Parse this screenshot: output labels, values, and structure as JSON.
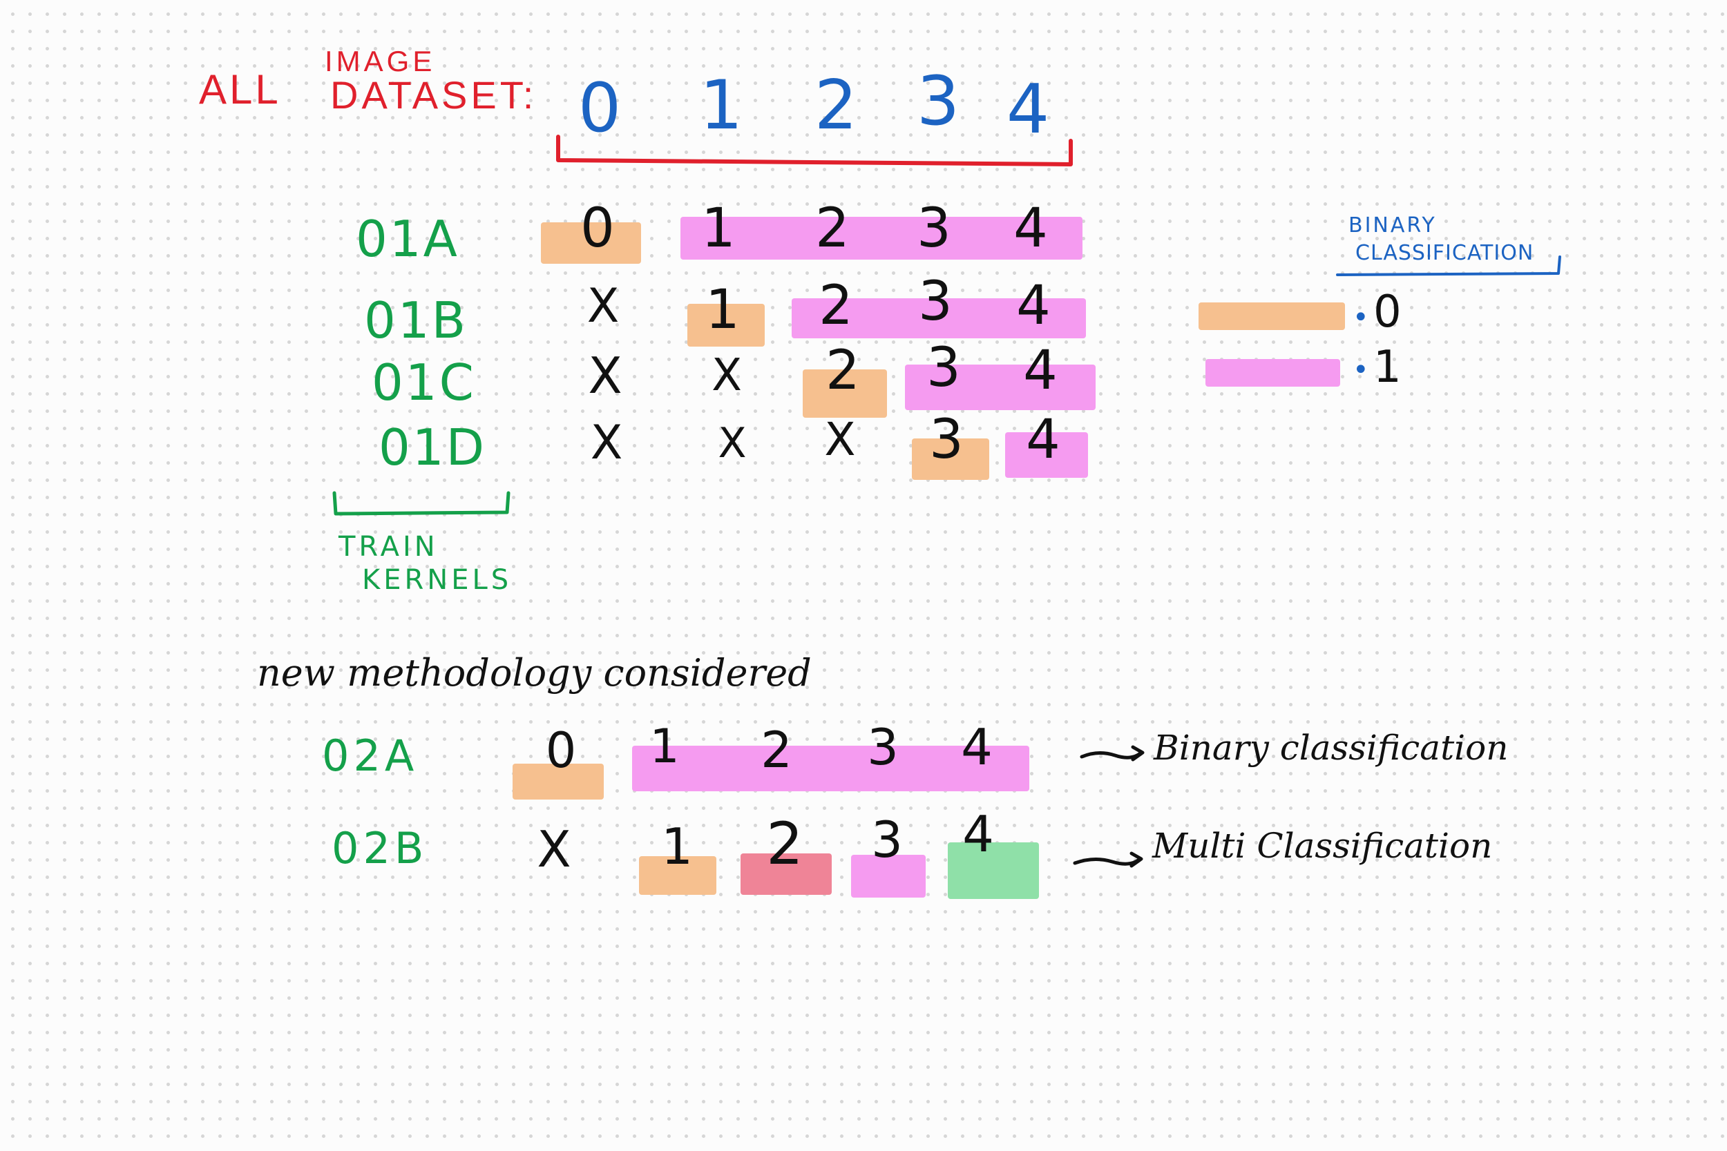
{
  "header": {
    "all": "ALL",
    "image": "IMAGE",
    "dataset": "DATASET:",
    "classes": [
      "0",
      "1",
      "2",
      "3",
      "4"
    ]
  },
  "section1": {
    "rows": [
      {
        "label": "01A",
        "cells": [
          "0",
          "1",
          "2",
          "3",
          "4"
        ]
      },
      {
        "label": "01B",
        "cells": [
          "X",
          "1",
          "2",
          "3",
          "4"
        ]
      },
      {
        "label": "01C",
        "cells": [
          "X",
          "X",
          "2",
          "3",
          "4"
        ]
      },
      {
        "label": "01D",
        "cells": [
          "X",
          "X",
          "X",
          "3",
          "4"
        ]
      }
    ],
    "footer_line1": "TRAIN",
    "footer_line2": "KERNELS"
  },
  "legend": {
    "title_line1": "BINARY",
    "title_line2": "CLASSIFICATION",
    "items": [
      {
        "value": "0",
        "color": "#f6c08f"
      },
      {
        "value": "1",
        "color": "#f59bf0"
      }
    ]
  },
  "section2": {
    "title": "new methodology considered",
    "rows": [
      {
        "label": "02A",
        "cells": [
          "0",
          "1",
          "2",
          "3",
          "4"
        ],
        "note": "Binary classification"
      },
      {
        "label": "02B",
        "cells": [
          "X",
          "1",
          "2",
          "3",
          "4"
        ],
        "note": "Multi Classification"
      }
    ]
  },
  "colors": {
    "orange": "#f6c08f",
    "pink": "#f59bf0",
    "red": "#ef8497",
    "green": "#8fe0a8",
    "title_red": "#e0202c",
    "blue": "#1c63c2",
    "label_green": "#14a04a"
  }
}
